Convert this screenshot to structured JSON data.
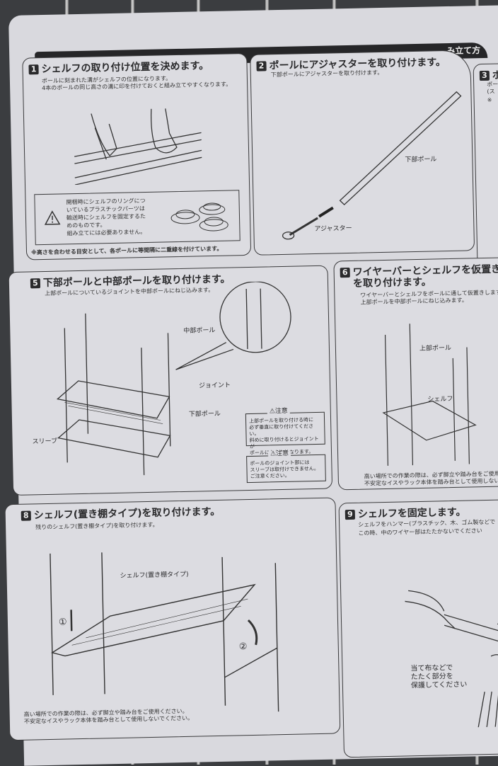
{
  "header": {
    "section_title": "み立て方"
  },
  "steps": [
    {
      "num": "1",
      "title": "シェルフの取り付け位置を決めます。",
      "desc": [
        "ポールに刻まれた溝がシェルフの位置になります。",
        "4本のポールの同じ高さの溝に印を付けておくと組み立てやすくなります。"
      ],
      "notice": [
        "開梱時にシェルフのリングにつ",
        "いているプラスチックパーツは",
        "輸送時にシェルフを固定するた",
        "めのものです。",
        "組み立てには必要ありません。"
      ],
      "footnote": "※高さを合わせる目安として、各ポールに等間隔に二重線を付けています。"
    },
    {
      "num": "2",
      "title": "ポールにアジャスターを取り付けます。",
      "desc": [
        "下部ポールにアジャスターを取り付けます。"
      ],
      "labels": {
        "pole": "下部ポール",
        "adjuster": "アジャスター"
      }
    },
    {
      "num": "3",
      "title": "ポ",
      "desc": [
        "ポー",
        "(ス",
        "※"
      ]
    },
    {
      "num": "5",
      "title": "下部ポールと中部ポールを取り付けます。",
      "desc": [
        "上部ポールについているジョイントを中部ポールにねじ込みます。"
      ],
      "labels": {
        "middle_pole": "中部ポール",
        "joint": "ジョイント",
        "lower_pole": "下部ポール",
        "sleeve": "スリーブ"
      },
      "cautions": [
        {
          "title": "注意",
          "lines": [
            "上部ポールを取り付ける時に",
            "必ず垂直に取り付けてください。",
            "斜めに取り付けるとジョイントが",
            "ポールに入らなくなります。"
          ]
        },
        {
          "title": "注意",
          "lines": [
            "ポールのジョイント部には",
            "スリーブは取付けできません。",
            "ご注意ください。"
          ]
        }
      ]
    },
    {
      "num": "6",
      "title": [
        "ワイヤーバーとシェルフを仮置きし、上",
        "を取り付けます。"
      ],
      "desc": [
        "ワイヤーバーとシェルフをポールに通して仮置きします。",
        "上部ポールを中部ポールにねじ込みます。"
      ],
      "labels": {
        "upper_pole": "上部ポール",
        "shelf": "シェルフ"
      },
      "warning": [
        "高い場所での作業の際は、必ず脚立や踏み台をご使用ください。",
        "不安定なイスやラック本体を踏み台として使用しないでください。"
      ]
    },
    {
      "num": "8",
      "title": "シェルフ(置き棚タイプ)を取り付けます。",
      "desc": [
        "残りのシェルフ(置き棚タイプ)を取り付けます。"
      ],
      "labels": {
        "shelf": "シェルフ(置き棚タイプ)",
        "step1": "①",
        "step2": "②"
      },
      "warning": [
        "高い場所での作業の際は、必ず脚立や踏み台をご使用ください。",
        "不安定なイスやラック本体を踏み台として使用しないでください。"
      ]
    },
    {
      "num": "9",
      "title": "シェルフを固定します。",
      "desc": [
        "シェルフをハンマー(プラスチック、木、ゴム製などで",
        "この時、中のワイヤー部はたたかないでください"
      ],
      "labels": {
        "note": [
          "当て布などで",
          "たたく部分を",
          "保護してください"
        ]
      }
    }
  ]
}
